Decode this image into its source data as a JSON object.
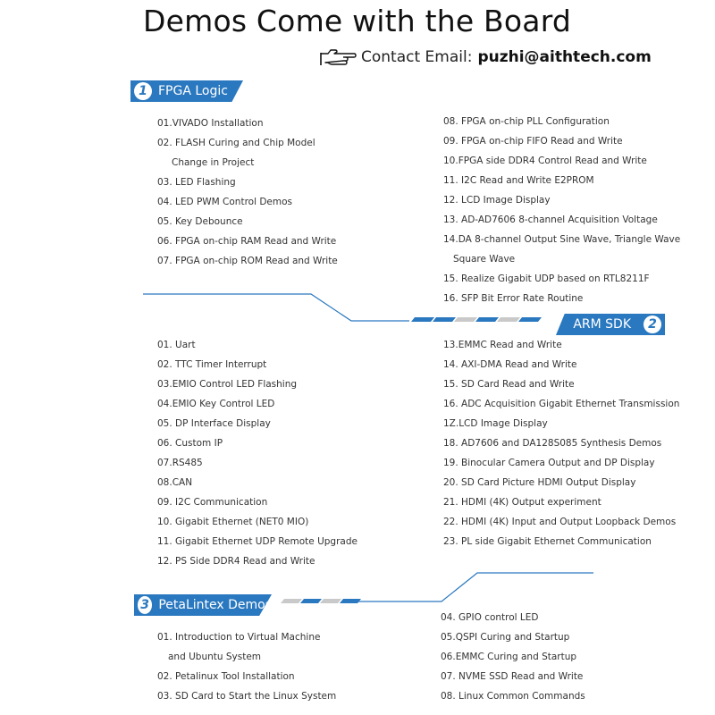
{
  "header": {
    "title": "Demos Come with the Board",
    "contact_label": "Contact Email:",
    "contact_email": "puzhi@aithtech.com"
  },
  "colors": {
    "accent": "#2a78bf",
    "stripe_gray": "#c9c9c9",
    "text": "#333333"
  },
  "icons": {
    "contact": "pointing-hand-icon"
  },
  "sections": [
    {
      "number": "1",
      "title": "FPGA Logic",
      "left_items": [
        "01.VIVADO Installation",
        "02. FLASH Curing and Chip Model",
        "Change in Project",
        "03. LED Flashing",
        "04. LED PWM Control Demos",
        "05. Key Debounce",
        "06. FPGA on-chip RAM Read and Write",
        "07. FPGA on-chip ROM Read and Write"
      ],
      "right_items": [
        "08. FPGA on-chip PLL Configuration",
        "09. FPGA on-chip FIFO Read and Write",
        "10.FPGA side DDR4 Control Read and Write",
        "11. I2C Read and Write E2PROM",
        "12. LCD Image Display",
        "13. AD-AD7606 8-channel Acquisition Voltage",
        "14.DA 8-channel Output Sine Wave, Triangle Wave",
        "Square Wave",
        "15. Realize Gigabit UDP based on RTL8211F",
        "16. SFP Bit Error Rate Routine"
      ]
    },
    {
      "number": "2",
      "title": "ARM SDK",
      "left_items": [
        "01. Uart",
        "02. TTC Timer Interrupt",
        "03.EMIO Control LED Flashing",
        "04.EMIO Key Control LED",
        "05. DP Interface Display",
        "06. Custom IP",
        "07.RS485",
        "08.CAN",
        "09. I2C Communication",
        "10. Gigabit Ethernet (NET0 MIO)",
        "11. Gigabit Ethernet UDP Remote Upgrade",
        "12. PS Side DDR4 Read and Write"
      ],
      "right_items": [
        "13.EMMC Read and Write",
        "14. AXI-DMA Read and Write",
        "15. SD Card Read and Write",
        "16. ADC Acquisition Gigabit Ethernet Transmission",
        "1Z.LCD Image Display",
        "18. AD7606 and DA128S085 Synthesis Demos",
        "19. Binocular Camera Output and DP Display",
        "20. SD Card Picture HDMI Output Display",
        "21. HDMI (4K) Output experiment",
        "22. HDMI (4K) Input and Output Loopback Demos",
        "23. PL side Gigabit Ethernet Communication"
      ]
    },
    {
      "number": "3",
      "title": "PetaLintex Demos",
      "left_items": [
        "01. Introduction to Virtual Machine",
        "and Ubuntu System",
        "02. Petalinux Tool Installation",
        "03. SD Card to Start the Linux System"
      ],
      "right_items": [
        "04. GPIO control LED",
        "05.QSPI Curing and Startup",
        "06.EMMC Curing and Startup",
        "07. NVME SSD Read and Write",
        "08. Linux Common Commands"
      ]
    }
  ]
}
